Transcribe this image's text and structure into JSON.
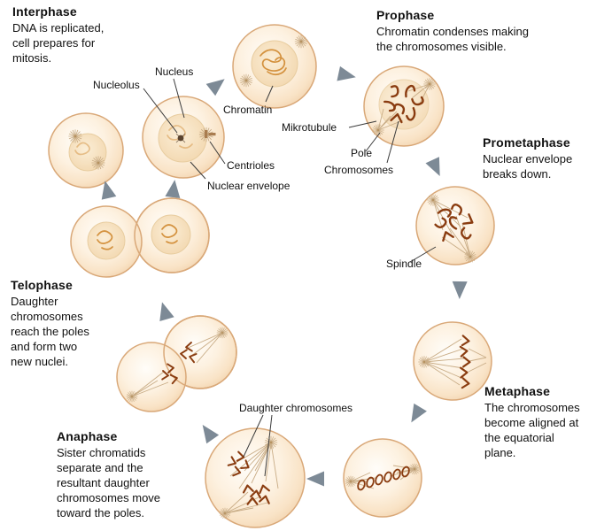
{
  "phases": {
    "interphase": {
      "name": "Interphase",
      "description": "DNA is replicated,\ncell prepares for\nmitosis."
    },
    "prophase": {
      "name": "Prophase",
      "description": "Chromatin condenses making\nthe chromosomes visible."
    },
    "prometaphase": {
      "name": "Prometaphase",
      "description": "Nuclear envelope\nbreaks down."
    },
    "metaphase": {
      "name": "Metaphase",
      "description": "The chromosomes\nbecome aligned at\nthe equatorial\nplane."
    },
    "anaphase": {
      "name": "Anaphase",
      "description": "Sister chromatids\nseparate and the\nresultant daughter\nchromosomes move\ntoward the poles."
    },
    "telophase": {
      "name": "Telophase",
      "description": "Daughter\nchromosomes\nreach the poles\nand form two\nnew nuclei."
    }
  },
  "labels": {
    "nucleus": "Nucleus",
    "nucleolus": "Nucleolus",
    "chromatin": "Chromatin",
    "mikrotubule": "Mikrotubule",
    "pole": "Pole",
    "chromosomes": "Chromosomes",
    "centrioles": "Centrioles",
    "nuclear_envelope": "Nuclear envelope",
    "spindle": "Spindle",
    "daughter_chromosomes": "Daughter chromosomes"
  },
  "colors": {
    "cell_membrane": "#d9a878",
    "cytoplasm": "#fdf0dd",
    "chromosome": "#8a3c10",
    "chromatin": "#d4923f",
    "spindle_fiber": "#c9ad87",
    "arrow": "#7d8a96",
    "text": "#111111"
  }
}
